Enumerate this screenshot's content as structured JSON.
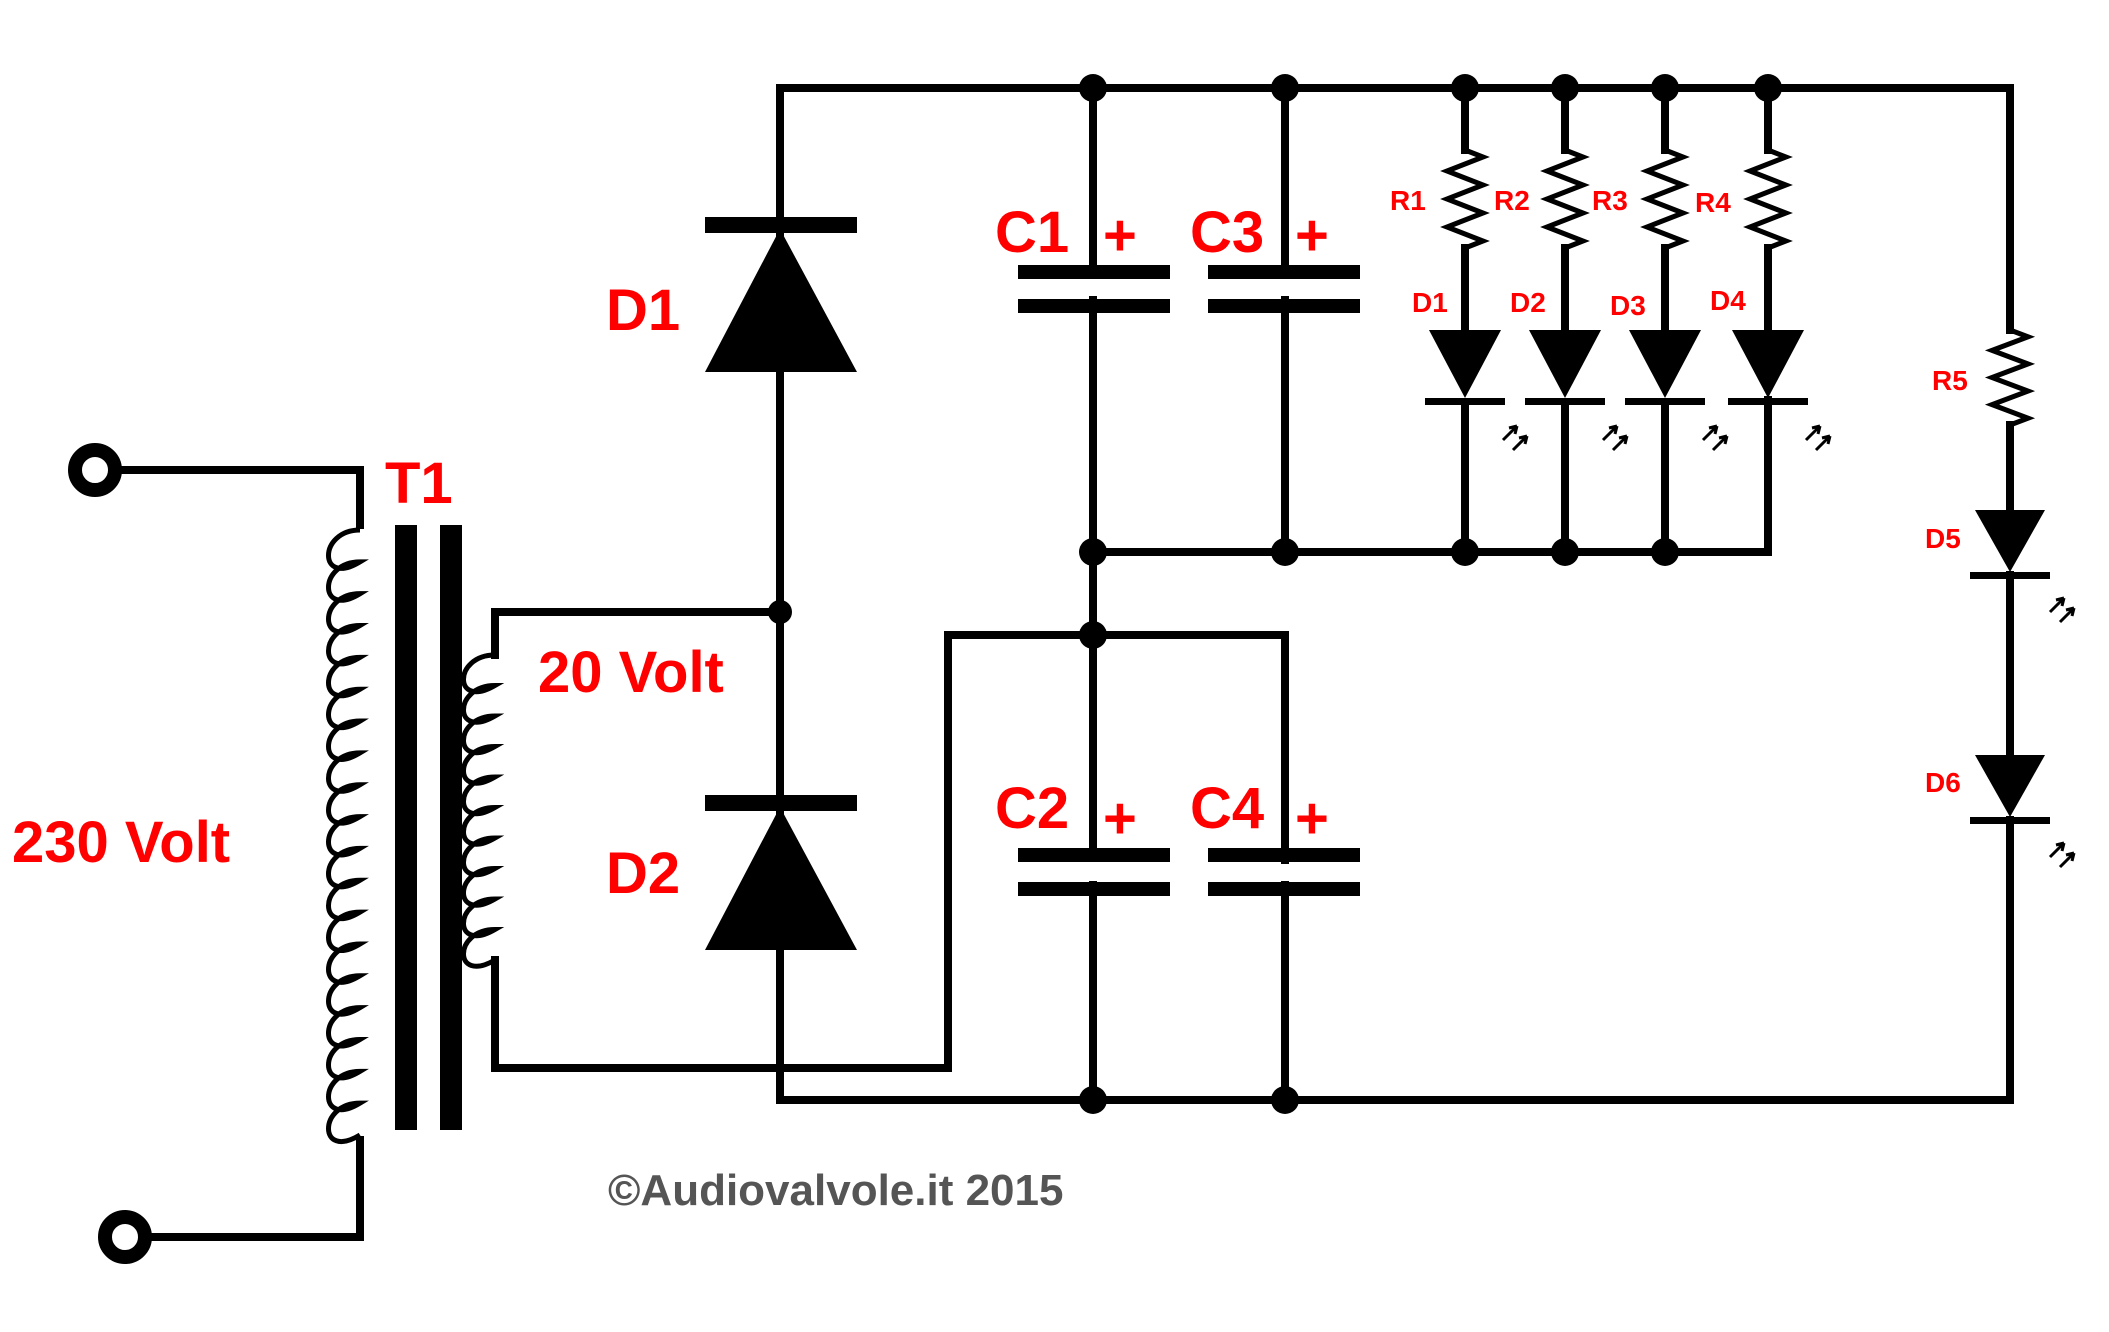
{
  "labels": {
    "input_voltage": "230 Volt",
    "secondary_voltage": "20 Volt",
    "transformer": "T1",
    "rect_diode_top": "D1",
    "rect_diode_bottom": "D2",
    "cap1": "C1",
    "cap2": "C2",
    "cap3": "C3",
    "cap4": "C4",
    "plus": "+",
    "r1": "R1",
    "r2": "R2",
    "r3": "R3",
    "r4": "R4",
    "r5": "R5",
    "led1": "D1",
    "led2": "D2",
    "led3": "D3",
    "led4": "D4",
    "led5": "D5",
    "led6": "D6",
    "copyright": "©Audiovalvole.it 2015"
  },
  "colors": {
    "label": "#ff0000",
    "wire": "#000000",
    "copyright": "#555555"
  }
}
